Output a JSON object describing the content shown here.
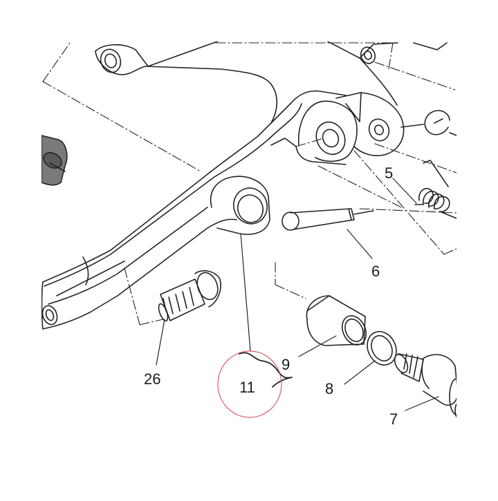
{
  "diagram": {
    "callouts": [
      {
        "id": "5",
        "label": "5"
      },
      {
        "id": "6",
        "label": "6"
      },
      {
        "id": "7",
        "label": "7"
      },
      {
        "id": "8",
        "label": "8"
      },
      {
        "id": "9",
        "label": "9"
      },
      {
        "id": "11",
        "label": "11"
      },
      {
        "id": "26",
        "label": "26"
      }
    ],
    "colors": {
      "line": "#222222",
      "highlight_circle": "#cc3344",
      "grey_part": "#7a7a7a"
    }
  }
}
